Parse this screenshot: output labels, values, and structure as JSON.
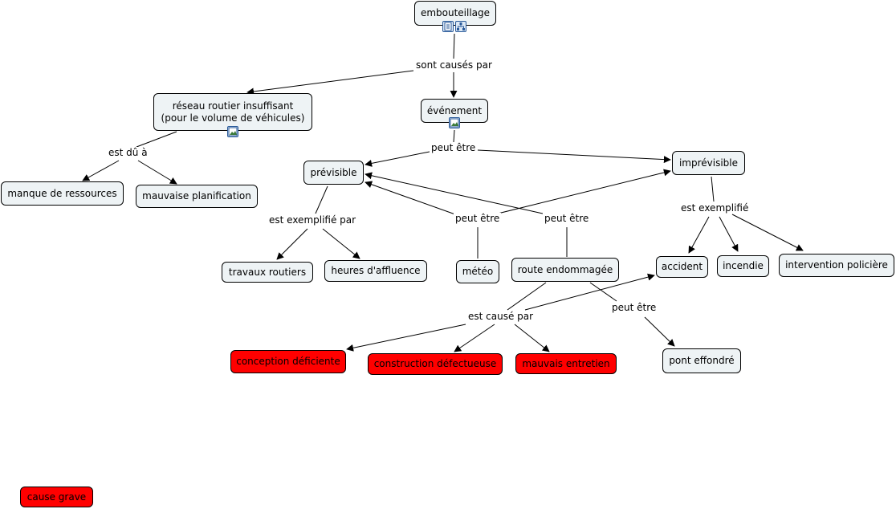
{
  "colors": {
    "node_bg": "#eef3f5",
    "severe": "#ff0000",
    "line": "#000000"
  },
  "concepts": {
    "embouteillage": "embouteillage",
    "reseau_line1": "réseau routier insuffisant",
    "reseau_line2": "(pour le volume de véhicules)",
    "evenement": "événement",
    "manque": "manque de ressources",
    "mauvaise_planif": "mauvaise planification",
    "previsible": "prévisible",
    "imprevisible": "imprévisible",
    "travaux": "travaux routiers",
    "heures": "heures d'affluence",
    "meteo": "météo",
    "route": "route endommagée",
    "accident": "accident",
    "incendie": "incendie",
    "intervention": "intervention policière",
    "conception": "conception déficiente",
    "construction": "construction défectueuse",
    "entretien": "mauvais entretien",
    "pont": "pont effondré",
    "legend": "cause grave"
  },
  "links": {
    "sont_causes": "sont causés par",
    "est_du": "est dû à",
    "peut_etre_1": "peut être",
    "est_exemplifie_par": "est exemplifié par",
    "peut_etre_2": "peut être",
    "peut_etre_3": "peut être",
    "est_exemplifie": "est exemplifié",
    "est_cause_par": "est causé par",
    "peut_etre_4": "peut être"
  },
  "icons": [
    "document-icon",
    "submap-icon",
    "image-icon"
  ]
}
